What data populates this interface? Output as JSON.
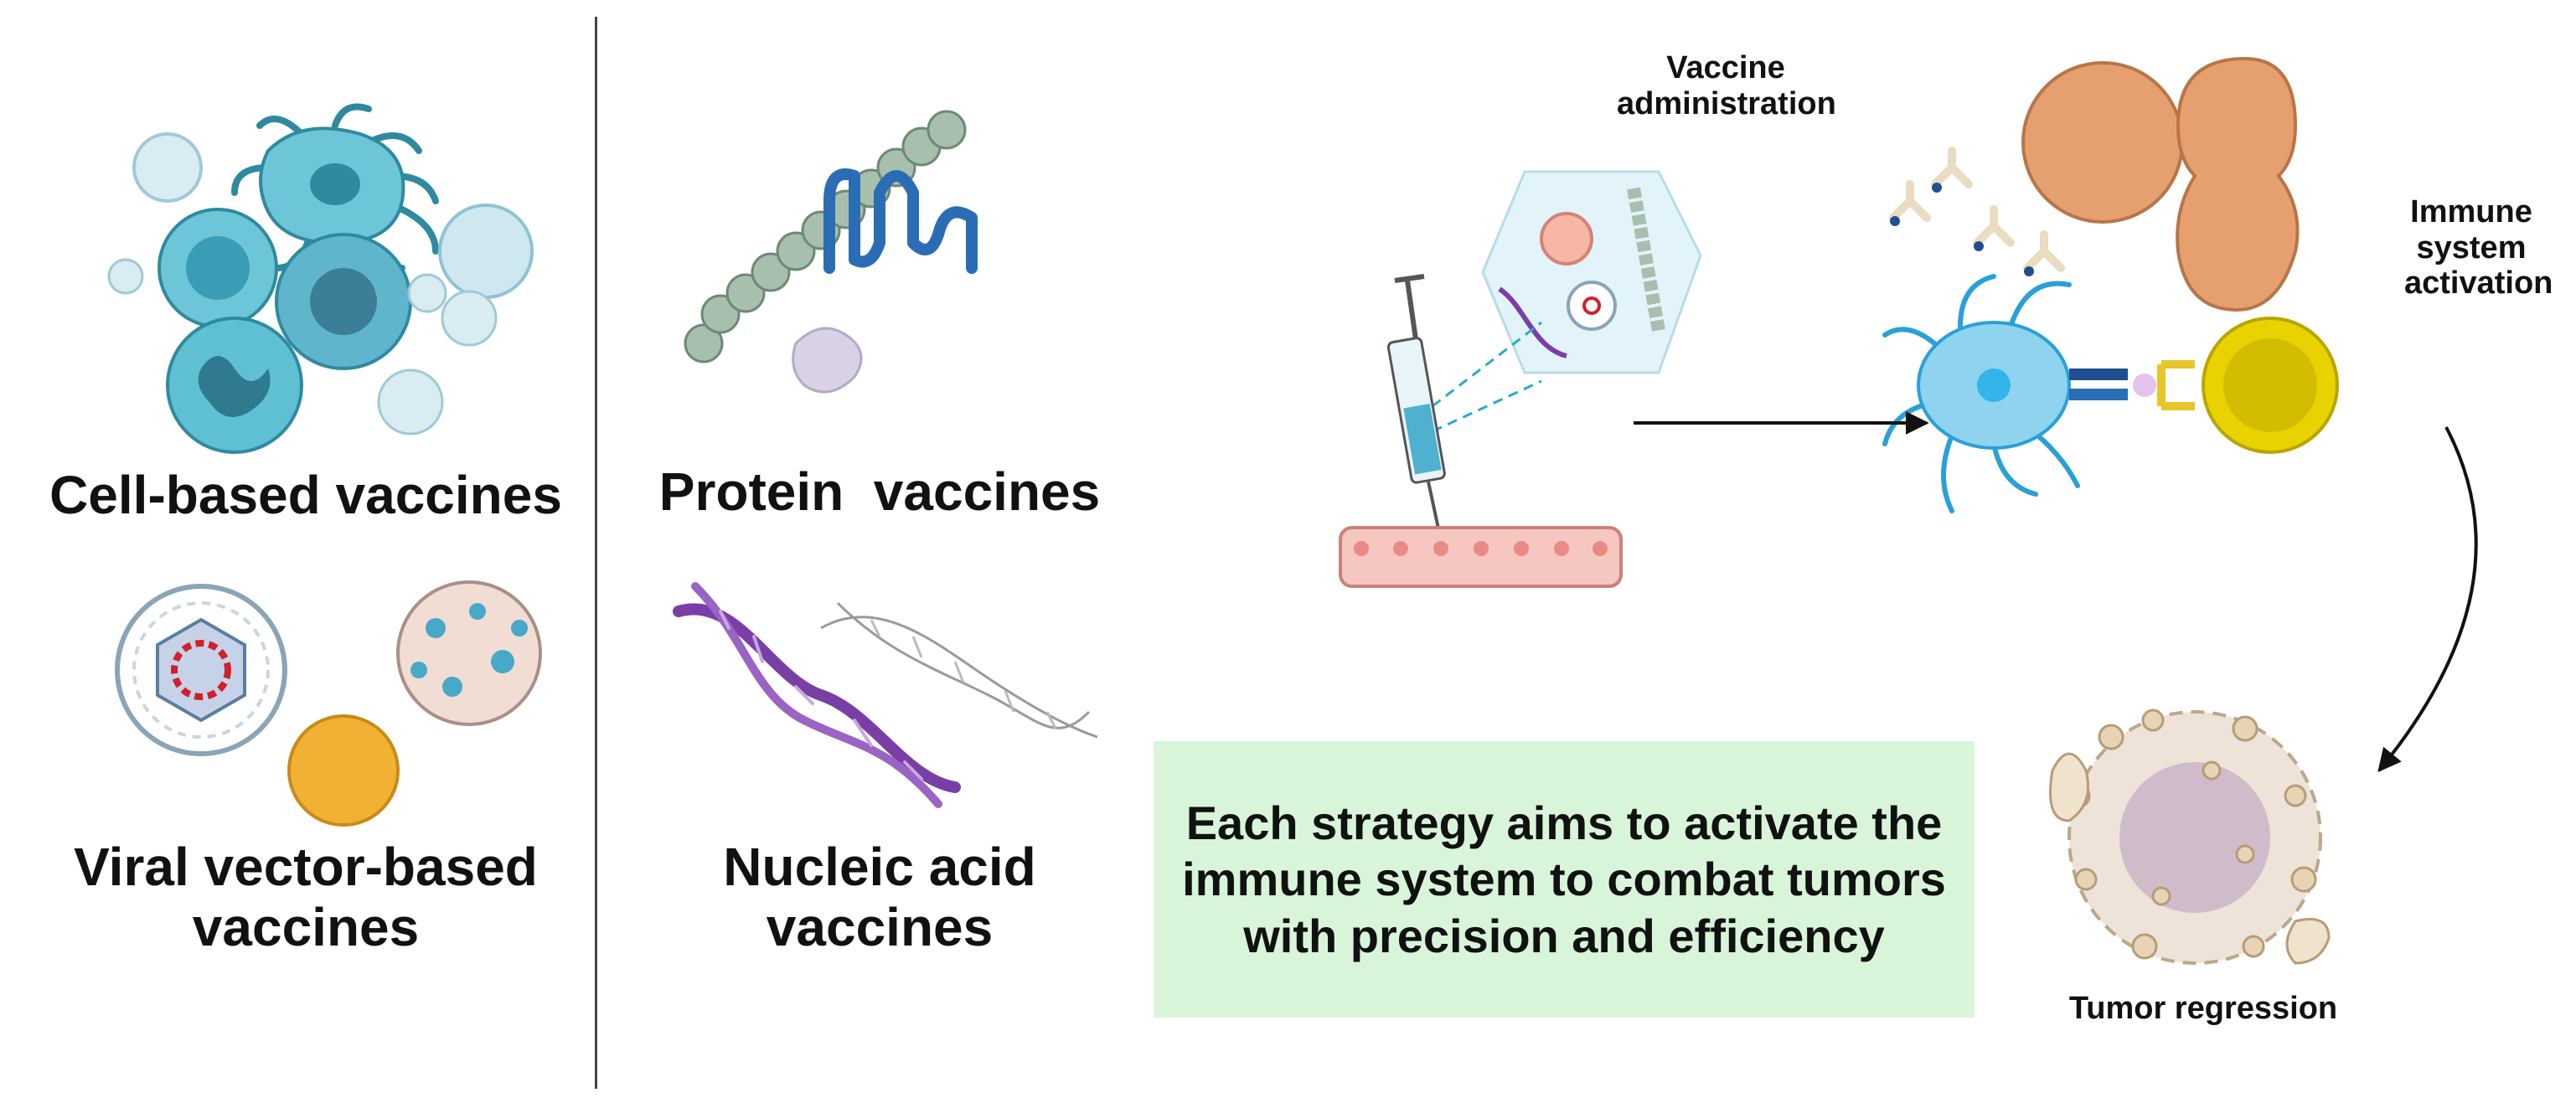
{
  "vaccine_types": {
    "cell_based": "Cell-based vaccines",
    "protein": "Protein  vaccines",
    "viral_vector": "Viral vector-based vaccines",
    "nucleic_acid": "Nucleic acid vaccines"
  },
  "process": {
    "administration": "Vaccine administration",
    "activation": "Immune system activation",
    "regression": "Tumor regression"
  },
  "summary": "Each strategy aims to activate the immune system to combat tumors with precision and efficiency",
  "colors": {
    "cell_blue": "#5fc0d4",
    "protein_grey": "#a9bfae",
    "protein_blue": "#2a6db5",
    "dna_purple": "#7a3fa6",
    "tumor_orange": "#e6a070",
    "t_cell_yellow": "#e8d300",
    "summary_bg": "#d8f5d9"
  }
}
